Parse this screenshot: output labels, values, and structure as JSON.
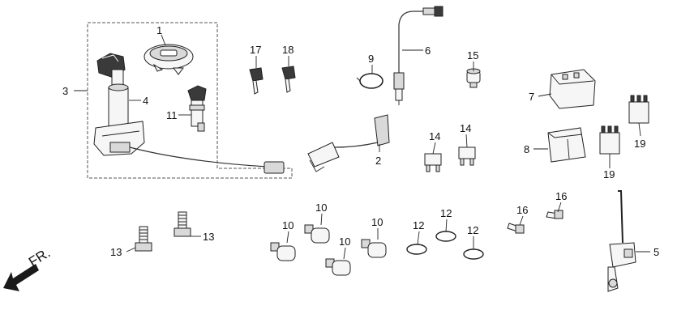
{
  "direction_label": "FR.",
  "callouts": [
    {
      "id": "c1",
      "text": "1"
    },
    {
      "id": "c2",
      "text": "2"
    },
    {
      "id": "c3",
      "text": "3"
    },
    {
      "id": "c4",
      "text": "4"
    },
    {
      "id": "c5",
      "text": "5"
    },
    {
      "id": "c6",
      "text": "6"
    },
    {
      "id": "c7",
      "text": "7"
    },
    {
      "id": "c8",
      "text": "8"
    },
    {
      "id": "c9",
      "text": "9"
    },
    {
      "id": "c10a",
      "text": "10"
    },
    {
      "id": "c10b",
      "text": "10"
    },
    {
      "id": "c10c",
      "text": "10"
    },
    {
      "id": "c10d",
      "text": "10"
    },
    {
      "id": "c11",
      "text": "11"
    },
    {
      "id": "c12a",
      "text": "12"
    },
    {
      "id": "c12b",
      "text": "12"
    },
    {
      "id": "c12c",
      "text": "12"
    },
    {
      "id": "c13a",
      "text": "13"
    },
    {
      "id": "c13b",
      "text": "13"
    },
    {
      "id": "c14a",
      "text": "14"
    },
    {
      "id": "c14b",
      "text": "14"
    },
    {
      "id": "c15",
      "text": "15"
    },
    {
      "id": "c16a",
      "text": "16"
    },
    {
      "id": "c16b",
      "text": "16"
    },
    {
      "id": "c17",
      "text": "17"
    },
    {
      "id": "c18",
      "text": "18"
    },
    {
      "id": "c19a",
      "text": "19"
    },
    {
      "id": "c19b",
      "text": "19"
    }
  ]
}
